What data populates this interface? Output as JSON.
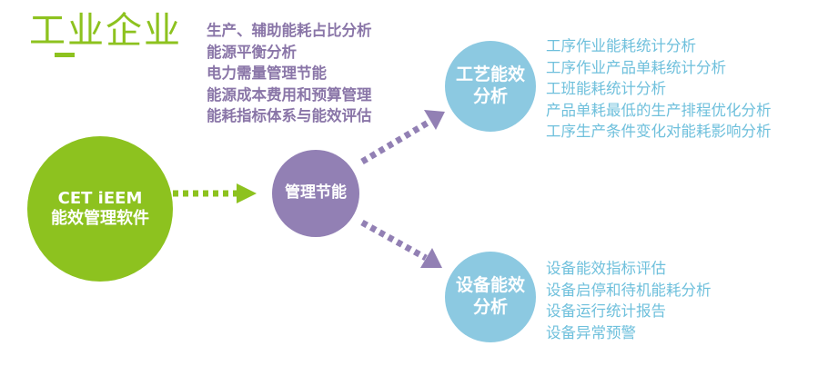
{
  "title": "工业企业",
  "nodes": {
    "software": {
      "line1": "CET iEEM",
      "line2": "能效管理软件"
    },
    "management": {
      "label": "管理节能"
    },
    "process": {
      "line1": "工艺能效",
      "line2": "分析"
    },
    "equipment": {
      "line1": "设备能效",
      "line2": "分析"
    }
  },
  "management_items": [
    "生产、辅助能耗占比分析",
    "能源平衡分析",
    "电力需量管理节能",
    "能源成本费用和预算管理",
    "能耗指标体系与能效评估"
  ],
  "process_items": [
    "工序作业能耗统计分析",
    "工序作业产品单耗统计分析",
    "工班能耗统计分析",
    "产品单耗最低的生产排程优化分析",
    "工序生产条件变化对能耗影响分析"
  ],
  "equipment_items": [
    "设备能效指标评估",
    "设备启停和待机能耗分析",
    "设备运行统计报告",
    "设备异常预警"
  ],
  "colors": {
    "green": "#8dc21f",
    "purple": "#9280b4",
    "purple_text": "#8a76a8",
    "blue": "#8cc9e1",
    "blue_text": "#6fc0dc"
  }
}
